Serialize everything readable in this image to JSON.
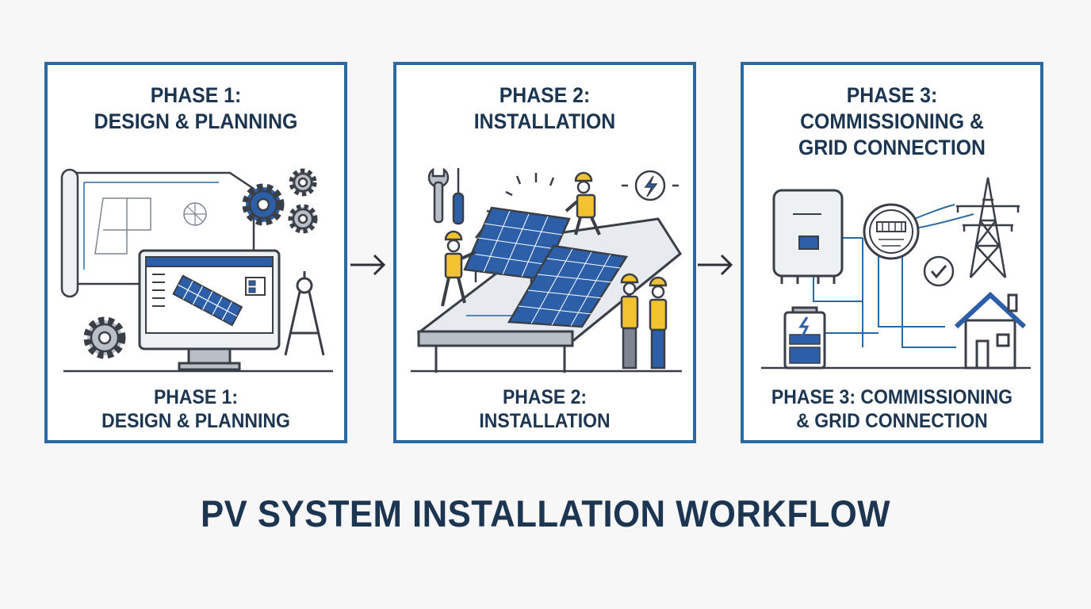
{
  "title": "PV SYSTEM INSTALLATION WORKFLOW",
  "colors": {
    "border": "#2a6aa0",
    "navy": "#1c3550",
    "line": "#3a3f47",
    "blue": "#2c5fa8",
    "yellow": "#f2c230",
    "gray": "#b9bfc6"
  },
  "phases": [
    {
      "title_line1": "PHASE 1:",
      "title_line2": "DESIGN & PLANNING",
      "caption_line1": "PHASE 1:",
      "caption_line2": "DESIGN & PLANNING",
      "icons": [
        "blueprint-icon",
        "gear-icon",
        "monitor-icon",
        "compass-icon"
      ]
    },
    {
      "title_line1": "PHASE 2:",
      "title_line2": "INSTALLATION",
      "caption_line1": "PHASE 2:",
      "caption_line2": "INSTALLATION",
      "icons": [
        "wrench-icon",
        "screwdriver-icon",
        "lightning-icon",
        "solar-panel-icon",
        "worker-icon",
        "roof-icon"
      ]
    },
    {
      "title_line1": "PHASE 3:",
      "title_line2": "COMMISSIONING &",
      "title_line3": "GRID CONNECTION",
      "caption_line1": "PHASE 3: COMMISSIONING",
      "caption_line2": "& GRID CONNECTION",
      "icons": [
        "inverter-icon",
        "meter-icon",
        "pylon-icon",
        "battery-icon",
        "check-icon",
        "house-icon"
      ]
    }
  ],
  "arrows": [
    "right-arrow-icon",
    "right-arrow-icon"
  ]
}
